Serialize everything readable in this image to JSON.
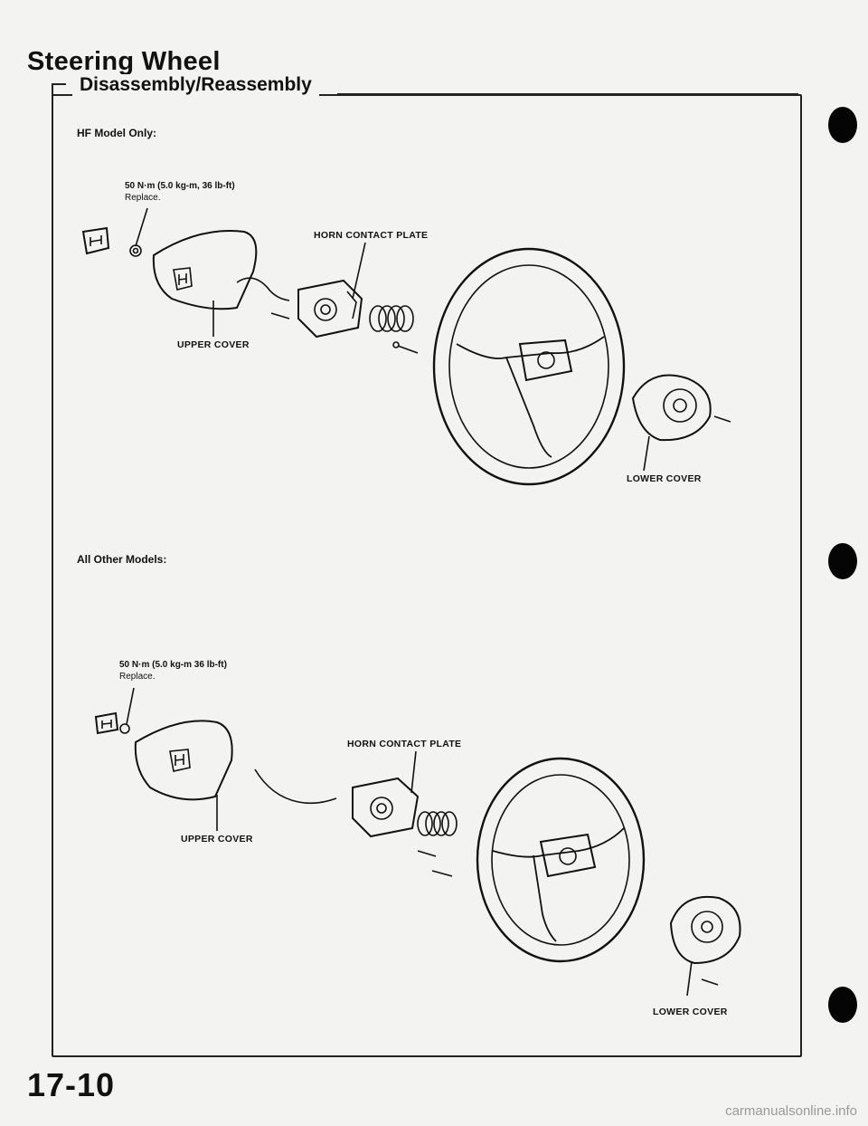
{
  "page": {
    "title": "Steering Wheel",
    "section": "Disassembly/Reassembly",
    "page_number": "17-10",
    "watermark": "carmanualsonline.info"
  },
  "diagram_hf": {
    "heading": "HF Model Only:",
    "torque_spec": {
      "bold": "50 N·m (5.0 kg-m, 36 lb-ft)",
      "note": "Replace."
    },
    "labels": {
      "horn_contact_plate": "HORN CONTACT PLATE",
      "upper_cover": "UPPER COVER",
      "lower_cover": "LOWER COVER"
    }
  },
  "diagram_other": {
    "heading": "All Other Models:",
    "torque_spec": {
      "bold": "50 N·m (5.0 kg-m 36 lb-ft)",
      "note": "Replace."
    },
    "labels": {
      "horn_contact_plate": "HORN CONTACT PLATE",
      "upper_cover": "UPPER COVER",
      "lower_cover": "LOWER COVER"
    }
  },
  "colors": {
    "ink": "#111111",
    "paper": "#f3f3f1",
    "watermark": "#9a9a9a"
  }
}
